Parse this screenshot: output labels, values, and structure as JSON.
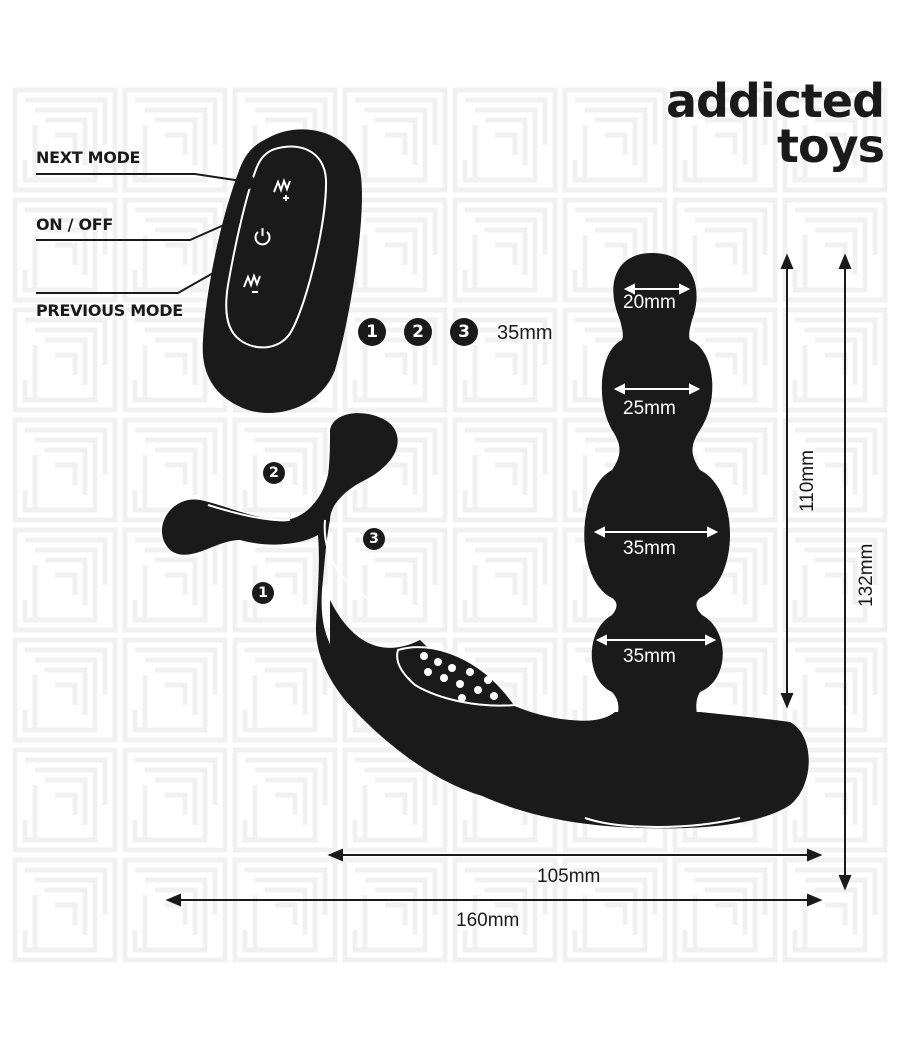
{
  "brand": {
    "line1": "addicted",
    "line2": "toys"
  },
  "remote": {
    "next_mode_label": "NEXT MODE",
    "on_off_label": "ON / OFF",
    "previous_mode_label": "PREVIOUS MODE"
  },
  "modes": {
    "badges": [
      "1",
      "2",
      "3"
    ],
    "size_text": "35mm"
  },
  "bead_widths": [
    "20mm",
    "25mm",
    "35mm",
    "35mm"
  ],
  "dimensions": {
    "height_insertable": "110mm",
    "height_total": "132mm",
    "length_partial": "105mm",
    "length_total": "160mm"
  },
  "colors": {
    "product": "#1a1a1a",
    "background": "#ffffff",
    "pattern": "#f3f3f3"
  },
  "icons": [
    "vibration-up-icon",
    "power-icon",
    "vibration-down-icon"
  ]
}
